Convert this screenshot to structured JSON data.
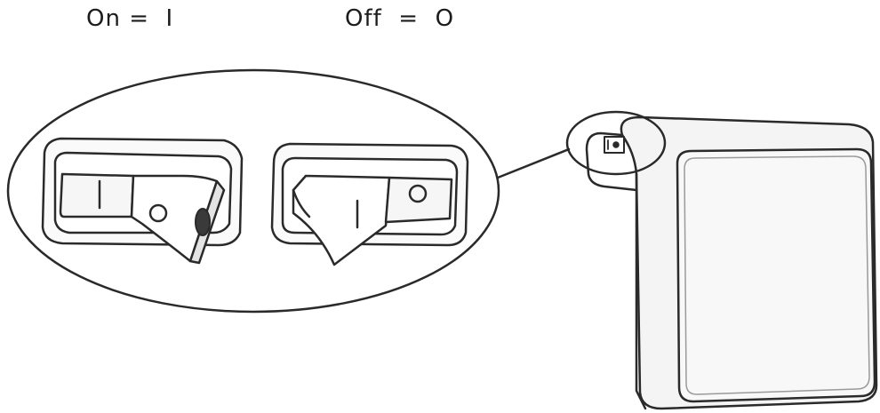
{
  "legend": {
    "on_text": "On =  I",
    "off_text": "Off  =  O"
  },
  "switch_symbols": {
    "on_symbol": "I",
    "off_symbol": "O"
  },
  "colors": {
    "line": "#2a2a2a",
    "device_fill": "#f4f4f4",
    "indicator_light": "#3a3a3a"
  }
}
